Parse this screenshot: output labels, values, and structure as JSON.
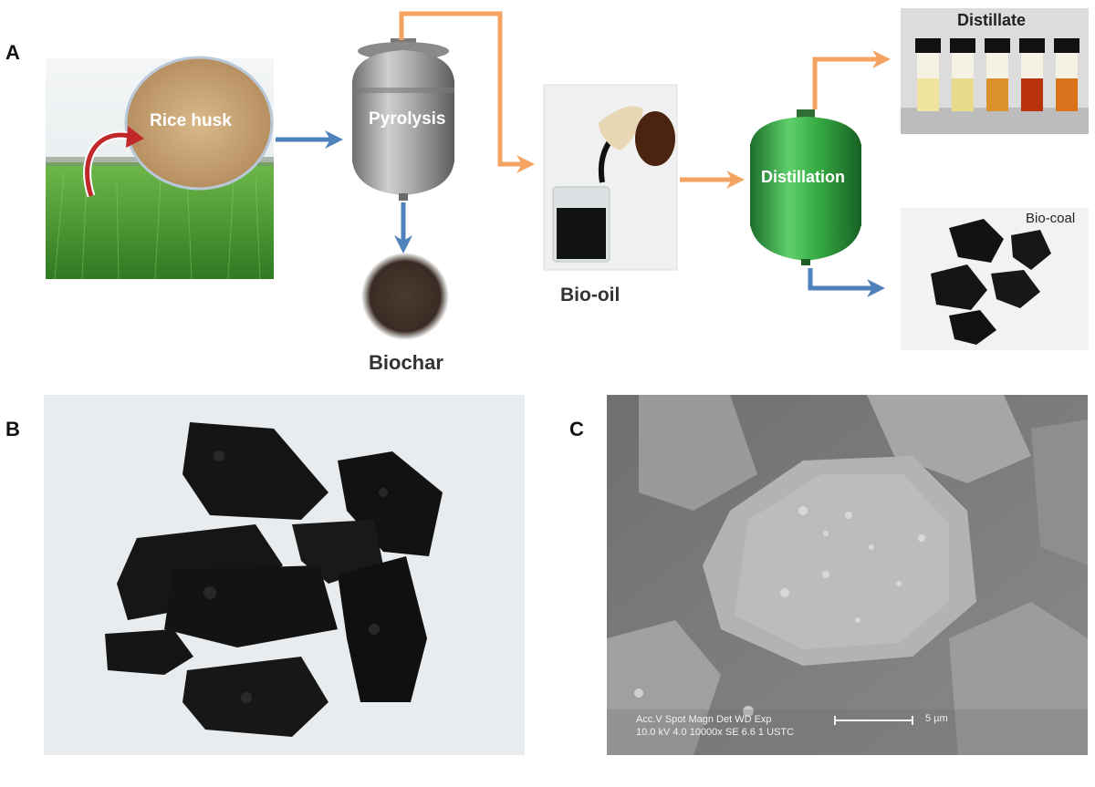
{
  "panels": {
    "a": "A",
    "b": "B",
    "c": "C"
  },
  "process": {
    "rice_husk": "Rice husk",
    "pyrolysis": "Pyrolysis",
    "biochar": "Biochar",
    "bio_oil": "Bio-oil",
    "distillation": "Distillation",
    "distillate": "Distillate",
    "bio_coal": "Bio-coal"
  },
  "sem": {
    "header": "Acc.V  Spot Magn   Det  WD  Exp",
    "values": "10.0 kV 4.0  10000x  SE   6.6   1      USTC",
    "scale": "5 µm"
  },
  "colors": {
    "blue_arrow": "#4f81bd",
    "orange_arrow": "#f4a460",
    "field_green": "#3f8f2a",
    "pyrolysis_gray": "#9a9a9a",
    "distillation_green": "#2f9e3c",
    "rice_husk_tan": "#c8a070"
  }
}
